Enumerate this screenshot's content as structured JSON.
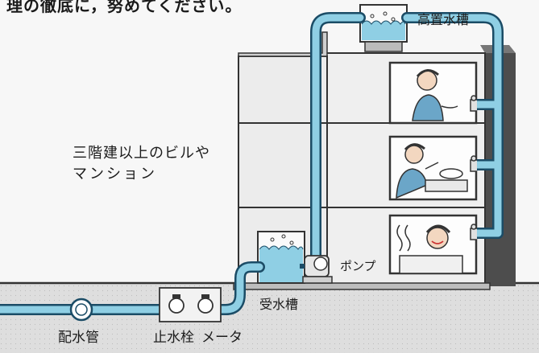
{
  "header_text": "理の徹底に，努めてください。",
  "building_caption": [
    "三階建以上のビルや",
    "マンション"
  ],
  "labels": {
    "elevated_tank": "高置水槽",
    "receiving_tank": "受水槽",
    "pump": "ポンプ",
    "water_main": "配水管",
    "stop_valve": "止水栓",
    "meter": "メータ"
  },
  "colors": {
    "water": "#8fcfe4",
    "pipe_outline": "#1b4c66",
    "building_wall": "#efefef",
    "building_side": "#555555",
    "ground": "#dcdcdc"
  }
}
